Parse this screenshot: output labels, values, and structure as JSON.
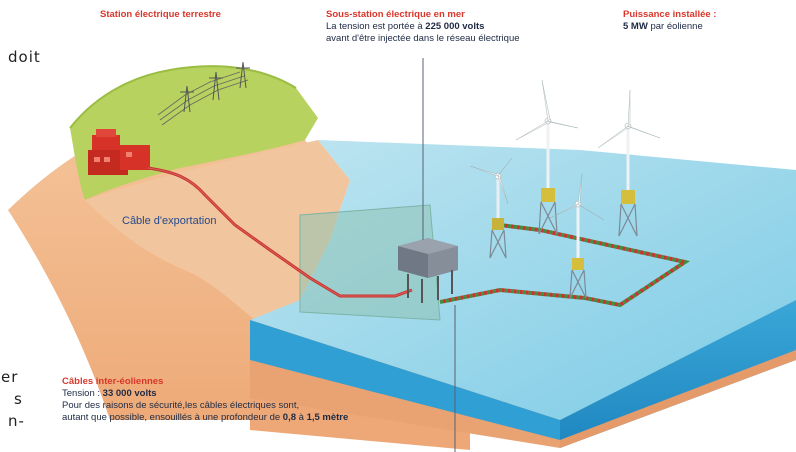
{
  "fragments": {
    "doit": "doit",
    "er": "er",
    "s": "s",
    "n": "n-"
  },
  "station_terrestre": {
    "title": "Station électrique terrestre"
  },
  "sous_station": {
    "title": "Sous-station électrique en mer",
    "line1_a": "La tension est portée à ",
    "line1_b": "225 000 volts",
    "line2": "avant d'être injectée dans le réseau électrique"
  },
  "puissance": {
    "title": "Puissance installée :",
    "value": "5 MW",
    "rest": " par éolienne"
  },
  "cable_export": {
    "label": "Câble d'exportation"
  },
  "cables_inter": {
    "title": "Câbles inter-éoliennes",
    "tension_label": "Tension : ",
    "tension_value": "33 000 volts",
    "line2": "Pour des raisons de sécurité,les câbles électriques sont,",
    "line3_a": "autant que possible, ensouillés à une profondeur de ",
    "line3_b": "0,8",
    "line3_c": " à ",
    "line3_d": "1,5 mètre"
  },
  "colors": {
    "land_green": "#b5cf5a",
    "soil": "#f0b585",
    "sea_surface": "#9fd7ea",
    "sea_side": "#2e9bd0",
    "cable_red": "#c8322f",
    "station_red": "#d63228"
  }
}
